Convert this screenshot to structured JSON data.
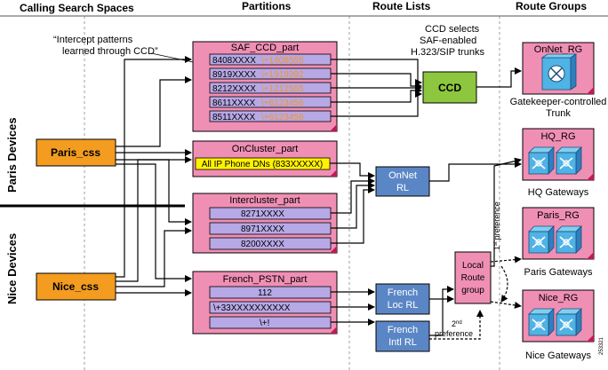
{
  "headers": {
    "css": "Calling Search Spaces",
    "partitions": "Partitions",
    "route_lists": "Route Lists",
    "route_groups": "Route Groups"
  },
  "device_groups": {
    "paris": "Paris Devices",
    "nice": "Nice Devices"
  },
  "css": {
    "paris": "Paris_css",
    "nice": "Nice_css"
  },
  "notes": {
    "intercept": [
      "“Intercept patterns",
      "learned through CCD”"
    ],
    "ccd_selects": [
      "CCD selects",
      "SAF-enabled",
      "H.323/SIP trunks"
    ]
  },
  "partitions": {
    "saf": {
      "title": "SAF_CCD_part",
      "patterns": [
        {
          "num": "8408XXXX",
          "e164": "\\+1408555"
        },
        {
          "num": "8919XXXX",
          "e164": "\\+1919392"
        },
        {
          "num": "8212XXXX",
          "e164": "\\+1212555"
        },
        {
          "num": "8611XXXX",
          "e164": "\\+6123456"
        },
        {
          "num": "8511XXXX",
          "e164": "\\+6123456"
        }
      ]
    },
    "oncluster": {
      "title": "OnCluster_part",
      "pattern": "All IP Phone DNs (833XXXXX)"
    },
    "intercluster": {
      "title": "Intercluster_part",
      "patterns": [
        "8271XXXX",
        "8971XXXX",
        "8200XXXX"
      ]
    },
    "french": {
      "title": "French_PSTN_part",
      "patterns": [
        "112",
        "\\+33XXXXXXXXXX",
        "\\+!"
      ]
    }
  },
  "route_lists": {
    "ccd": "CCD",
    "onnet": [
      "OnNet",
      "RL"
    ],
    "french_loc": [
      "French",
      "Loc RL"
    ],
    "french_intl": [
      "French",
      "Intl RL"
    ],
    "local_route_group": [
      "Local",
      "Route",
      "group"
    ]
  },
  "route_groups": {
    "onnet": {
      "title": "OnNet_RG",
      "caption": [
        "Gatekeeper-controlled",
        "Trunk"
      ]
    },
    "hq": {
      "title": "HQ_RG",
      "caption": "HQ Gateways"
    },
    "paris": {
      "title": "Paris_RG",
      "caption": "Paris Gateways"
    },
    "nice": {
      "title": "Nice_RG",
      "caption": "Nice Gateways"
    }
  },
  "preferences": {
    "first": {
      "sup": "st",
      "num": "1",
      "word": "preference"
    },
    "second": {
      "sup": "nd",
      "num": "2",
      "word": "preference"
    }
  },
  "figure_id": "253321",
  "colors": {
    "partition_fill": "#f08fb4",
    "pattern_fill": "#b7a8e6",
    "rl_fill": "#5b86c6",
    "ccd_fill": "#8dc63f",
    "css_fill": "#f39c1f",
    "rg_fill": "#f08fb4",
    "oncluster_fill": "#fff200",
    "e164_text": "#f7941d"
  }
}
